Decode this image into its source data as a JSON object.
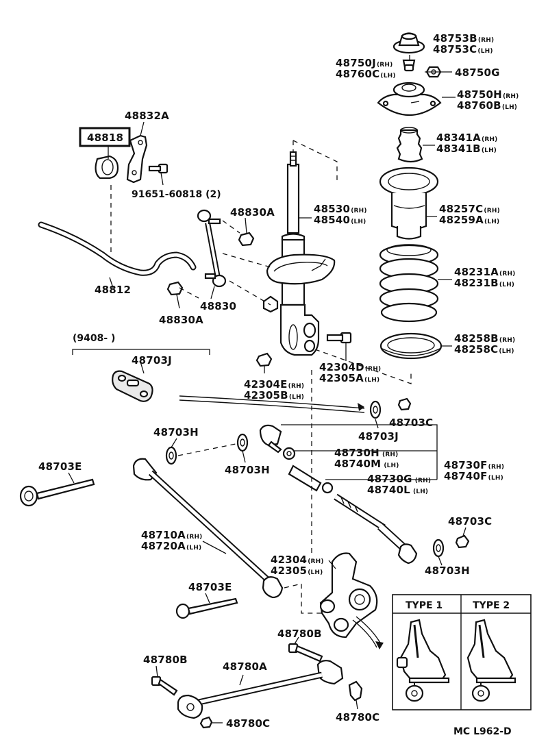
{
  "highlighted_part": "48818",
  "parts": {
    "p48753B": "48753B",
    "p48753B_sub": "(RH)",
    "p48753C": "48753C",
    "p48753C_sub": "(LH)",
    "p48750J": "48750J",
    "p48750J_sub": "(RH)",
    "p48760C": "48760C",
    "p48760C_sub": "(LH)",
    "p48750G": "48750G",
    "p48750H": "48750H",
    "p48750H_sub": "(RH)",
    "p48760B": "48760B",
    "p48760B_sub": "(LH)",
    "p48341A": "48341A",
    "p48341A_sub": "(RH)",
    "p48341B": "48341B",
    "p48341B_sub": "(LH)",
    "p48832A": "48832A",
    "p48818": "48818",
    "p91651": "91651-60818 (2)",
    "p48830A_top": "48830A",
    "p48530": "48530",
    "p48530_sub": "(RH)",
    "p48540": "48540",
    "p48540_sub": "(LH)",
    "p48257C": "48257C",
    "p48257C_sub": "(RH)",
    "p48259A": "48259A",
    "p48259A_sub": "(LH)",
    "p48812": "48812",
    "p48830": "48830",
    "p48830A_bottom": "48830A",
    "p48231A": "48231A",
    "p48231A_sub": "(RH)",
    "p48231B": "48231B",
    "p48231B_sub": "(LH)",
    "p48258B": "48258B",
    "p48258B_sub": "(RH)",
    "p48258C": "48258C",
    "p48258C_sub": "(LH)",
    "date_range": "(9408-        )",
    "p48703J_top": "48703J",
    "p42304D": "42304D",
    "p42304D_sub": "(RH)",
    "p42305A": "42305A",
    "p42305A_sub": "(LH)",
    "p42304E": "42304E",
    "p42304E_sub": "(RH)",
    "p42305B": "42305B",
    "p42305B_sub": "(LH)",
    "p48703C_top": "48703C",
    "p48703J_mid": "48703J",
    "p48703H_left": "48703H",
    "p48703H_mid": "48703H",
    "p48730H": "48730H",
    "p48730H_sub": "(RH)",
    "p48740M": "48740M",
    "p48740M_sub": "(LH)",
    "p48730F": "48730F",
    "p48730F_sub": "(RH)",
    "p48740F": "48740F",
    "p48740F_sub": "(LH)",
    "p48730G": "48730G",
    "p48730G_sub": "(RH)",
    "p48740L": "48740L",
    "p48740L_sub": "(LH)",
    "p48703E_top": "48703E",
    "p48710A": "48710A",
    "p48710A_sub": "(RH)",
    "p48720A": "48720A",
    "p48720A_sub": "(LH)",
    "p48703C_right": "48703C",
    "p48703H_right": "48703H",
    "p42304": "42304",
    "p42304_sub": "(RH)",
    "p42305": "42305",
    "p42305_sub": "(LH)",
    "p48703E_bottom": "48703E",
    "p48780B_mid": "48780B",
    "p48780B_left": "48780B",
    "p48780A": "48780A",
    "p48780C_left": "48780C",
    "p48780C_right": "48780C"
  },
  "inset": {
    "type1": "TYPE  1",
    "type2": "TYPE  2"
  },
  "footer": {
    "code": "MC  L962-D"
  }
}
